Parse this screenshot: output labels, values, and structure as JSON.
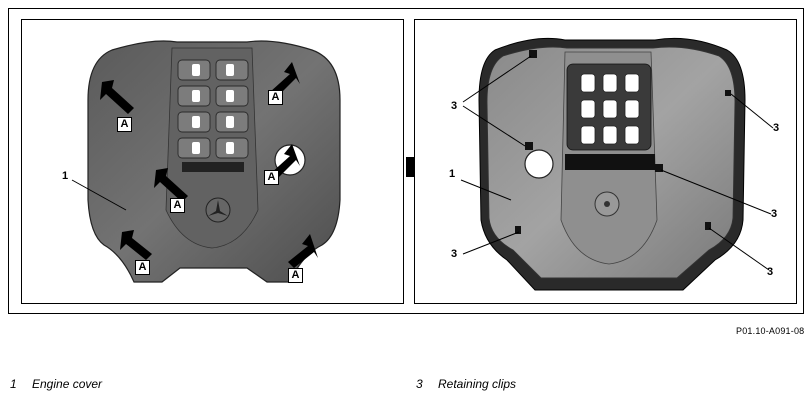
{
  "figure_code": "P01.10-A091-08",
  "left_panel": {
    "callout_number": "1",
    "arrow_label": "A"
  },
  "right_panel": {
    "callout_number": "1",
    "clip_number": "3"
  },
  "legend": [
    {
      "number": "1",
      "text": "Engine cover"
    },
    {
      "number": "3",
      "text": "Retaining clips"
    }
  ],
  "colors": {
    "cover_fill": "#6b6b6b",
    "cover_dark": "#3a3a3a",
    "cover_light": "#8e8e8e",
    "outline": "#000000"
  }
}
